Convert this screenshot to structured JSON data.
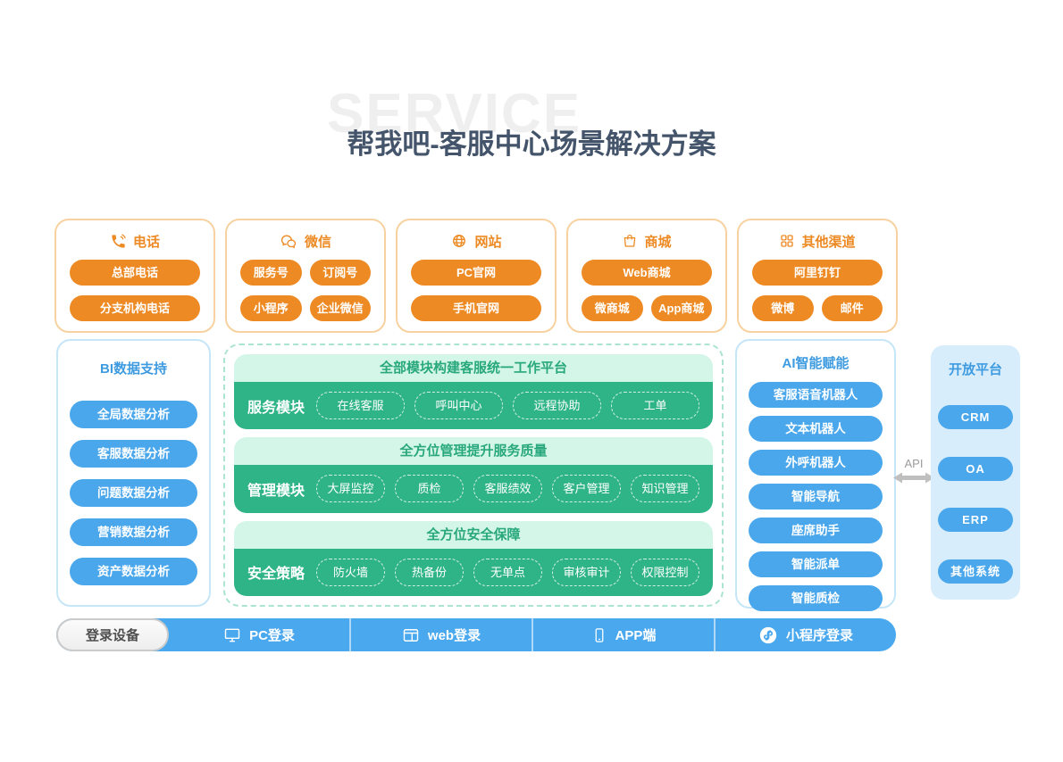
{
  "watermark": "SERVICE",
  "title": "帮我吧-客服中心场景解决方案",
  "colors": {
    "orange": "#ED8A23",
    "orange_border": "#F7D2A0",
    "blue": "#4AA7EC",
    "blue_border": "#C5E6F9",
    "blue_text": "#3E9BE0",
    "green": "#2FB487",
    "green_light": "#D4F6E9",
    "green_text": "#28A87C",
    "green_dash_border": "#ABE4CF",
    "open_platform_bg": "#D8EDFB",
    "login_bar_blue": "#49A8EE",
    "title_color": "#44546A",
    "api_gray": "#9B9B9B"
  },
  "channels": [
    {
      "icon": "phone-icon",
      "title": "电话",
      "rows": [
        [
          "总部电话"
        ],
        [
          "分支机构电话"
        ]
      ]
    },
    {
      "icon": "wechat-icon",
      "title": "微信",
      "rows": [
        [
          "服务号",
          "订阅号"
        ],
        [
          "小程序",
          "企业微信"
        ]
      ]
    },
    {
      "icon": "website-icon",
      "title": "网站",
      "rows": [
        [
          "PC官网"
        ],
        [
          "手机官网"
        ]
      ]
    },
    {
      "icon": "mall-icon",
      "title": "商城",
      "rows": [
        [
          "Web商城"
        ],
        [
          "微商城",
          "App商城"
        ]
      ]
    },
    {
      "icon": "grid-icon",
      "title": "其他渠道",
      "rows": [
        [
          "阿里钉钉"
        ],
        [
          "微博",
          "邮件"
        ]
      ]
    }
  ],
  "bi_panel": {
    "title": "BI数据支持",
    "items": [
      "全局数据分析",
      "客服数据分析",
      "问题数据分析",
      "营销数据分析",
      "资产数据分析"
    ]
  },
  "platform_blocks": [
    {
      "header": "全部模块构建客服统一工作平台",
      "label": "服务模块",
      "pills": [
        "在线客服",
        "呼叫中心",
        "远程协助",
        "工单"
      ]
    },
    {
      "header": "全方位管理提升服务质量",
      "label": "管理模块",
      "pills": [
        "大屏监控",
        "质检",
        "客服绩效",
        "客户管理",
        "知识管理"
      ]
    },
    {
      "header": "全方位安全保障",
      "label": "安全策略",
      "pills": [
        "防火墙",
        "热备份",
        "无单点",
        "审核审计",
        "权限控制"
      ]
    }
  ],
  "ai_panel": {
    "title": "AI智能赋能",
    "items": [
      "客服语音机器人",
      "文本机器人",
      "外呼机器人",
      "智能导航",
      "座席助手",
      "智能派单",
      "智能质检"
    ]
  },
  "api_connector": {
    "label": "API"
  },
  "open_platform": {
    "title": "开放平台",
    "items": [
      "CRM",
      "OA",
      "ERP",
      "其他系统"
    ]
  },
  "login_bar": {
    "device_label": "登录设备",
    "items": [
      {
        "icon": "monitor-icon",
        "label": "PC登录"
      },
      {
        "icon": "web-window-icon",
        "label": "web登录"
      },
      {
        "icon": "smartphone-icon",
        "label": "APP端"
      },
      {
        "icon": "miniprogram-icon",
        "label": "小程序登录"
      }
    ]
  }
}
